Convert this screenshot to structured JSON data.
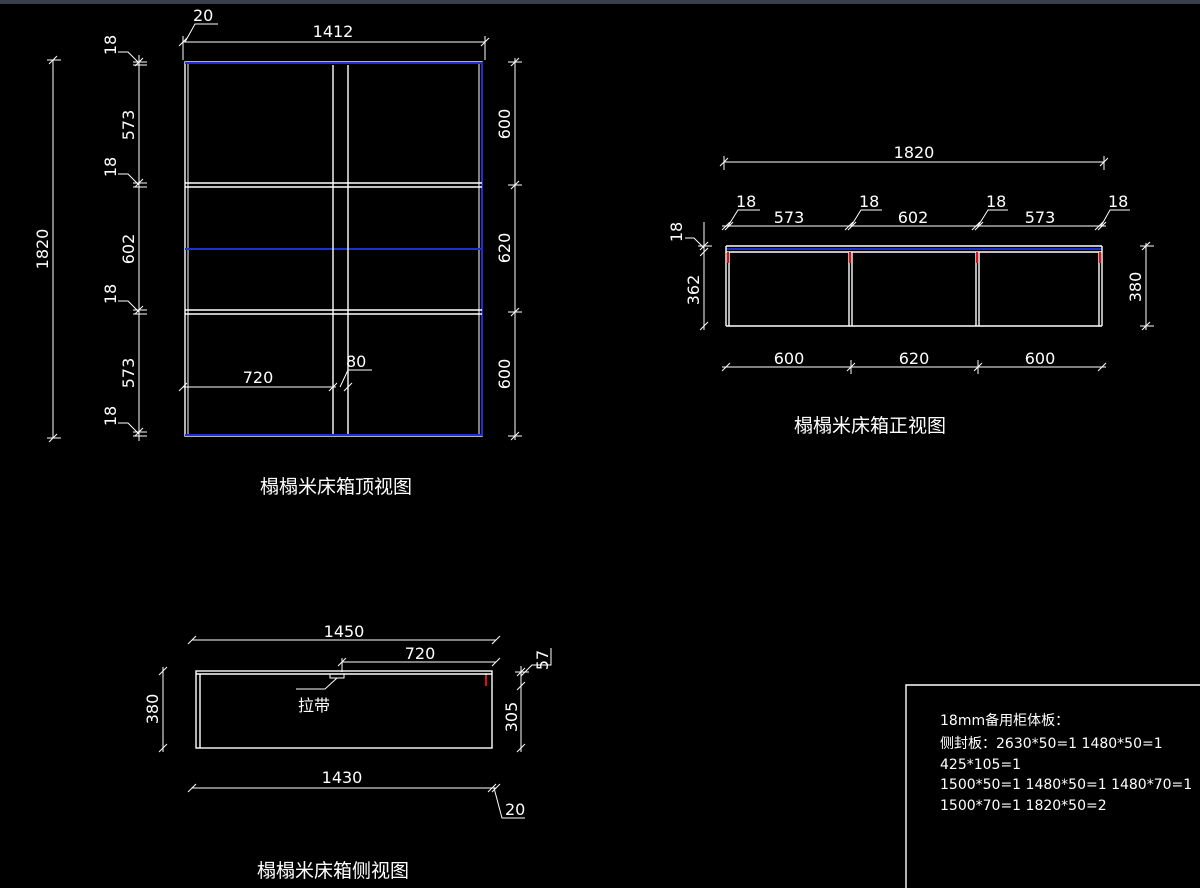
{
  "top_view": {
    "caption": "榻榻米床箱顶视图",
    "dims": {
      "overall_width": "1412",
      "offset_top": "20",
      "overall_height": "1820",
      "board_1": "18",
      "bay_1": "573",
      "board_2": "18",
      "bay_2": "602",
      "board_3": "18",
      "bay_3": "573",
      "board_4": "18",
      "right_1": "600",
      "right_2": "620",
      "right_3": "600",
      "inner_len": "720",
      "inner_gap": "80"
    }
  },
  "front_view": {
    "caption": "榻榻米床箱正视图",
    "dims": {
      "overall": "1820",
      "b1": "18",
      "s1": "573",
      "b2": "18",
      "s2": "602",
      "b3": "18",
      "s3": "573",
      "b4": "18",
      "left_thk": "18",
      "left_h": "362",
      "right_h": "380",
      "bot_1": "600",
      "bot_2": "620",
      "bot_3": "600"
    }
  },
  "side_view": {
    "caption": "榻榻米床箱侧视图",
    "dims": {
      "top_len": "1450",
      "strap_len": "720",
      "left_h": "380",
      "right_h": "305",
      "right_top": "57",
      "bottom_len": "1430",
      "bottom_off": "20"
    },
    "strap_label": "拉带"
  },
  "notes": {
    "line1": "18mm备用柜体板：",
    "line2": "侧封板：2630*50=1 1480*50=1",
    "line3": "425*105=1",
    "line4": "1500*50=1 1480*50=1 1480*70=1",
    "line5": "1500*70=1 1820*50=2"
  },
  "colors": {
    "background": "#000000",
    "line": "#ffffff",
    "edge_blue": "#1f2fd0",
    "edge_red": "#e01010"
  }
}
